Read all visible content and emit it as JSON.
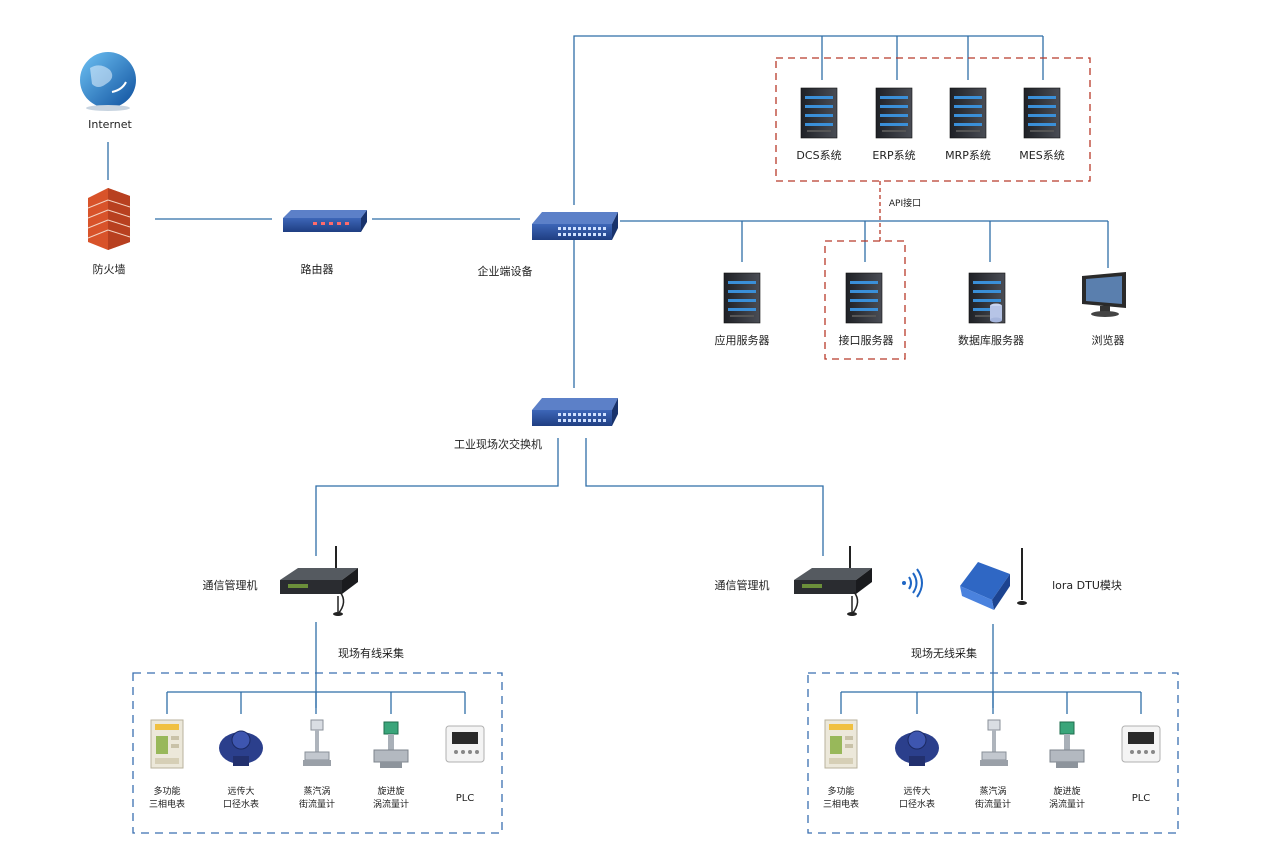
{
  "top": {
    "internet": "Internet",
    "firewall": "防火墙",
    "router": "路由器",
    "enterprise_switch": "企业端设备",
    "api": "API接口"
  },
  "systems": [
    "DCS系统",
    "ERP系统",
    "MRP系统",
    "MES系统"
  ],
  "servers": {
    "app": "应用服务器",
    "interface": "接口服务器",
    "database": "数据库服务器",
    "browser": "浏览器"
  },
  "field": {
    "switch": "工业现场次交换机",
    "comm_left": "通信管理机",
    "comm_right": "通信管理机",
    "lora": "lora DTU模块",
    "wired": "现场有线采集",
    "wireless": "现场无线采集"
  },
  "devices": [
    [
      "多功能",
      "三相电表"
    ],
    [
      "远传大",
      "口径水表"
    ],
    [
      "蒸汽涡",
      "街流量计"
    ],
    [
      "旋进旋",
      "涡流量计"
    ],
    [
      "PLC"
    ]
  ],
  "colors": {
    "line": "#2f6ea8",
    "dash_red": "#b83a2a",
    "dash_blue": "#3a6fb0",
    "switch_blue": "#2a4f9a",
    "server_dark": "#2b2d33",
    "brick": "#d8532a"
  }
}
